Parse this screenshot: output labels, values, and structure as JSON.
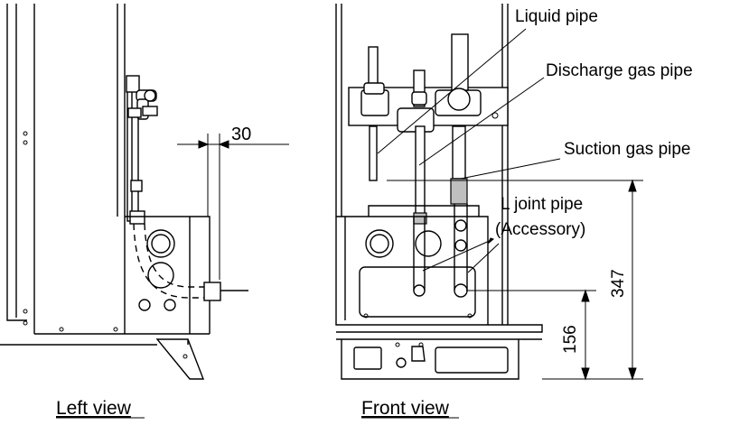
{
  "labels": {
    "liquid_pipe": "Liquid pipe",
    "discharge_gas_pipe": "Discharge gas pipe",
    "suction_gas_pipe": "Suction gas pipe",
    "l_joint_pipe": "L joint pipe",
    "accessory": "(Accessory)",
    "left_view": "Left view",
    "front_view": "Front view"
  },
  "dimensions": {
    "side_offset": "30",
    "height_upper": "347",
    "height_lower": "156"
  }
}
